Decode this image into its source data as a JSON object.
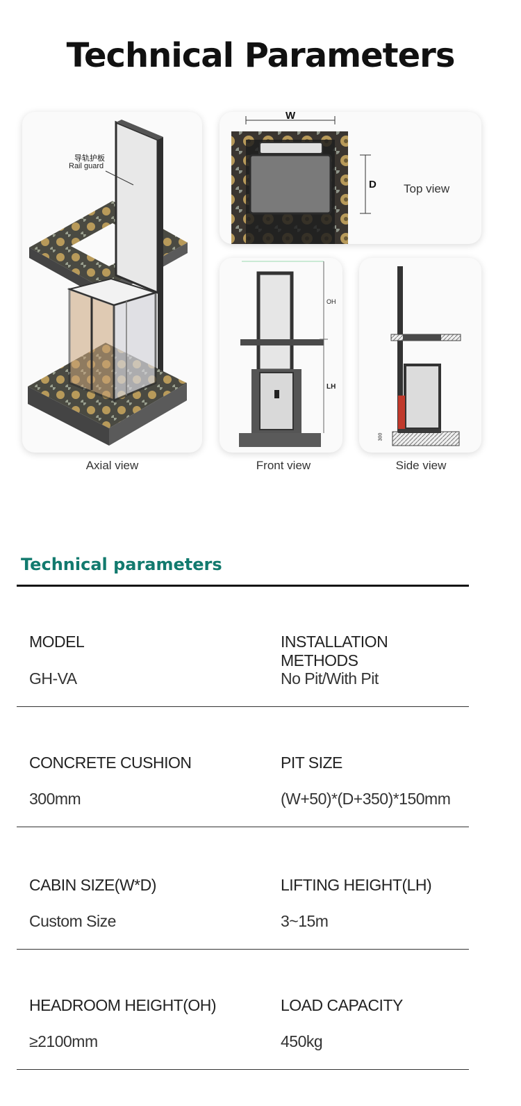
{
  "page_title": "Technical Parameters",
  "views": {
    "axial": {
      "caption": "Axial view",
      "rail_label_cn": "导轨护板",
      "rail_label_en": "Rail guard"
    },
    "top": {
      "caption": "Top view",
      "w_label": "W",
      "d_label": "D"
    },
    "front": {
      "caption": "Front view",
      "oh_label": "OH",
      "lh_label": "LH"
    },
    "side": {
      "caption": "Side view",
      "dim_label": "300"
    }
  },
  "section_title": "Technical parameters",
  "params": [
    {
      "left_label": "MODEL",
      "left_value": "GH-VA",
      "right_label": "INSTALLATION METHODS",
      "right_value": "No Pit/With Pit"
    },
    {
      "left_label": "CONCRETE CUSHION",
      "left_value": "300mm",
      "right_label": "PIT SIZE",
      "right_value": "(W+50)*(D+350)*150mm"
    },
    {
      "left_label": "CABIN SIZE(W*D)",
      "left_value": "Custom Size",
      "right_label": "LIFTING HEIGHT(LH)",
      "right_value": "3~15m"
    },
    {
      "left_label": "HEADROOM HEIGHT(OH)",
      "left_value": "≥2100mm",
      "right_label": "LOAD CAPACITY",
      "right_value": "450kg"
    }
  ],
  "colors": {
    "accent": "#127a6e",
    "frame": "#3a3a3c",
    "floor_tile": "#8a7a55"
  }
}
